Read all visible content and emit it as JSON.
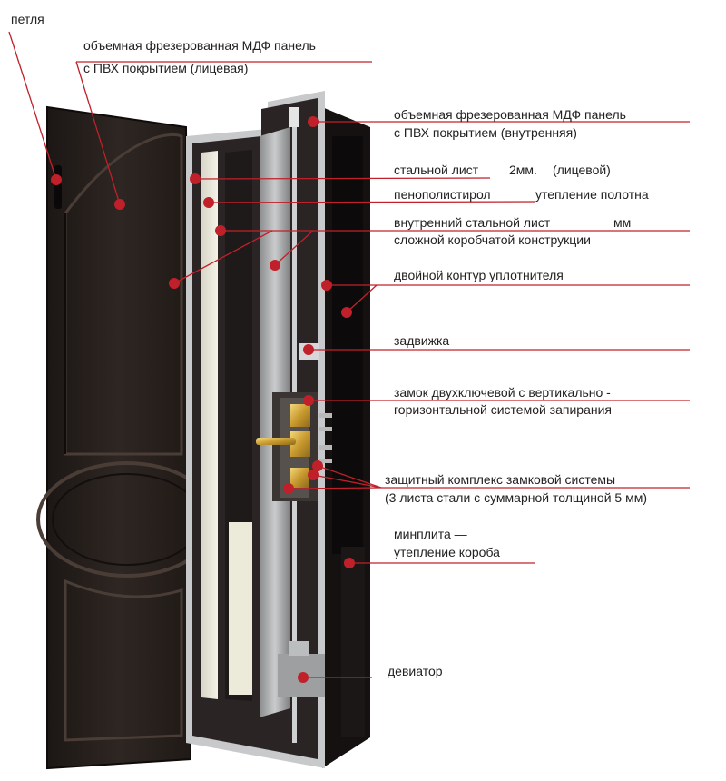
{
  "accent_color": "#c0202a",
  "labels": {
    "hinge": "петля",
    "mdf_front_1": "объемная фрезерованная МДФ панель",
    "mdf_front_2": "с ПВХ покрытием (лицевая)",
    "mdf_inner_1": "объемная фрезерованная МДФ панель",
    "mdf_inner_2": "с ПВХ покрытием (внутренняя)",
    "steel_front_a": "стальной лист",
    "steel_front_b": "2мм.",
    "steel_front_c": "(лицевой)",
    "foam_a": "пенополистирол",
    "foam_b": "утепление полотна",
    "inner_steel_a": "внутренний стальной лист",
    "inner_steel_b": "мм",
    "inner_steel_2": "сложной коробчатой конструкции",
    "seal": "двойной контур уплотнителя",
    "latch": "задвижка",
    "lock_1": "замок двухключевой с вертикально -",
    "lock_2": "горизонтальной системой запирания",
    "protect_1": "защитный комплекс замковой системы",
    "protect_2": "(3 листа стали с суммарной толщиной 5 мм)",
    "minplita_1": "минплита —",
    "minplita_2": "утепление короба",
    "deviator": "девиатор"
  }
}
